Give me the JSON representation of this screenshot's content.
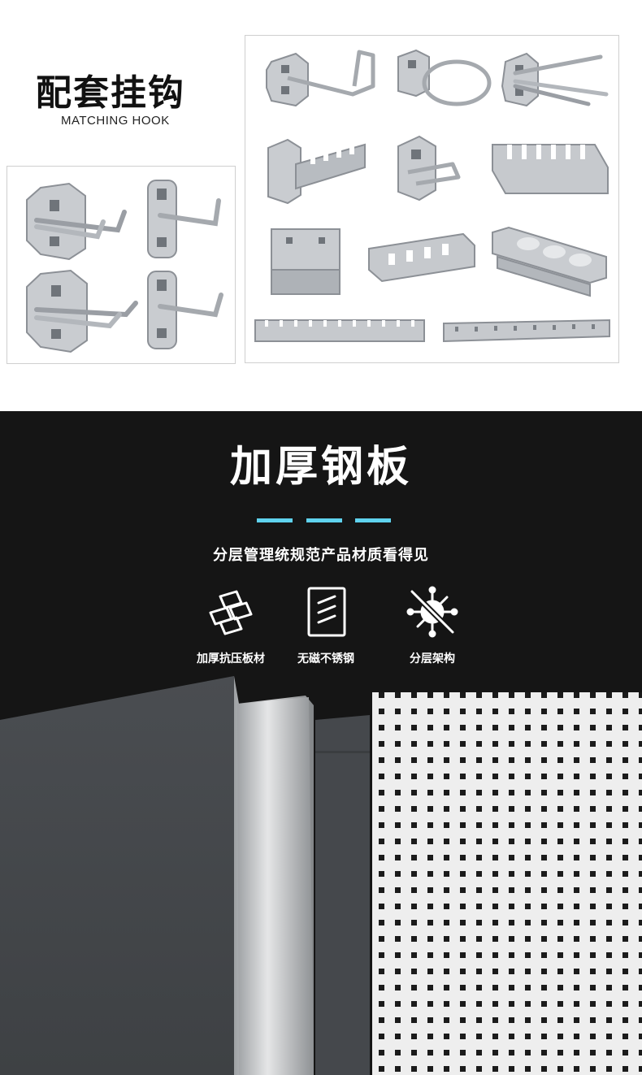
{
  "top_section": {
    "title_zh": "配套挂钩",
    "title_en": "MATCHING HOOK"
  },
  "bottom_section": {
    "heading": "加厚钢板",
    "subtitle": "分层管理统规范产品材质看得见",
    "accent_color": "#5fd2ee",
    "features": [
      {
        "icon": "gold-bars-icon",
        "label": "加厚抗压板材"
      },
      {
        "icon": "panel-icon",
        "label": "无磁不锈钢"
      },
      {
        "icon": "no-virus-icon",
        "label": "分层架构"
      }
    ]
  }
}
